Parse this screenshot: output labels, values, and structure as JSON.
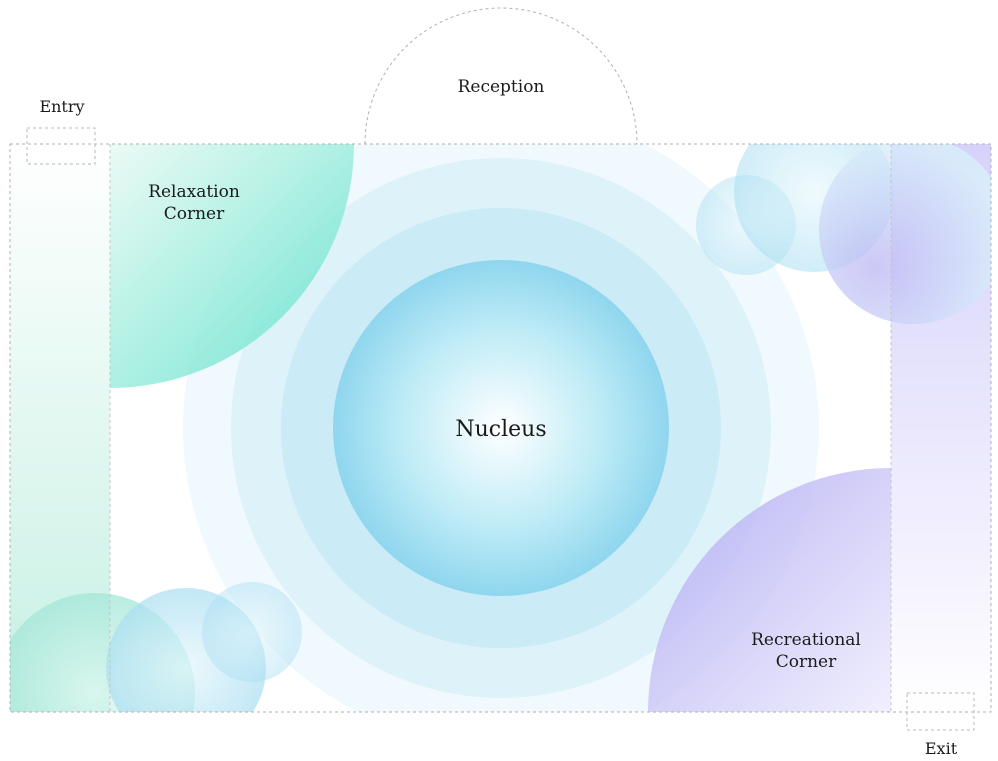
{
  "labels": {
    "entry": "Entry",
    "exit": "Exit",
    "reception": "Reception",
    "nucleus": "Nucleus",
    "relaxation": {
      "line1": "Relaxation",
      "line2": "Corner"
    },
    "recreational": {
      "line1": "Recreational",
      "line2": "Corner"
    }
  },
  "colors": {
    "outline": "#b0b0b0",
    "nucleus_center": "#ffffff",
    "nucleus_edge": "#7fd3ec",
    "relaxation": "#6ee6cf",
    "recreational": "#b9b2f3",
    "left_band": "#c9f1e6",
    "right_band": "#ddd9fb",
    "bubble": "#9fdcf2"
  }
}
